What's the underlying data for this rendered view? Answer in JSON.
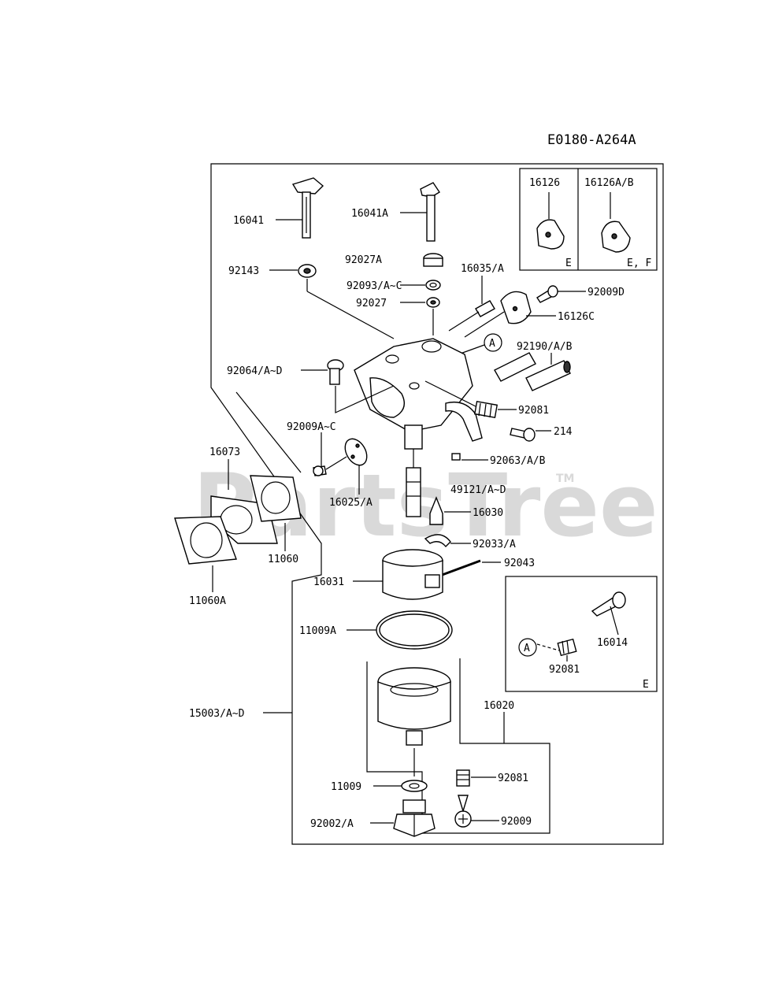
{
  "diagram": {
    "code": "E0180-A264A",
    "watermark": "PartsTree",
    "watermark_tm": "TM",
    "inset_top": {
      "left_part": "16126",
      "right_part": "16126A/B",
      "left_tag": "E",
      "right_tag": "E, F"
    },
    "inset_detail": {
      "callout": "A",
      "parts": [
        "92081",
        "16014"
      ],
      "tag": "E"
    },
    "callout_main": "A",
    "labels": {
      "p16041": "16041",
      "p16041A": "16041A",
      "p92027A": "92027A",
      "p92143": "92143",
      "p92093": "92093/A~C",
      "p92027": "92027",
      "p16035": "16035/A",
      "p92009D": "92009D",
      "p16126C": "16126C",
      "p92190": "92190/A/B",
      "p92064": "92064/A~D",
      "p92081a": "92081",
      "p214": "214",
      "p92009AC": "92009A~C",
      "p92063": "92063/A/B",
      "p16073": "16073",
      "p49121": "49121/A~D",
      "p16025": "16025/A",
      "p16030": "16030",
      "p11060": "11060",
      "p92033": "92033/A",
      "p92043": "92043",
      "p11060A": "11060A",
      "p16031": "16031",
      "p11009A": "11009A",
      "p15003": "15003/A~D",
      "p16020": "16020",
      "p92081b": "92081",
      "p11009": "11009",
      "p92009": "92009",
      "p92002": "92002/A"
    }
  }
}
